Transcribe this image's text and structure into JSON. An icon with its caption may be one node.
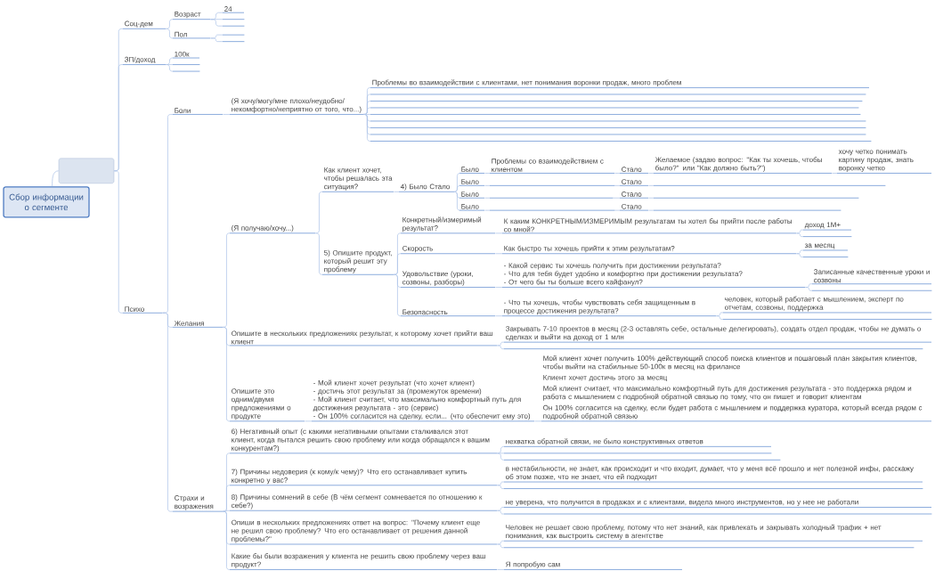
{
  "diagram": {
    "nodes": [
      {
        "text": [
          "Сбор информации о сегменте"
        ]
      },
      {
        "text": [],
        "shape": "box"
      },
      {
        "text": [
          "Соц-дем"
        ]
      },
      {
        "text": [
          "Возраст"
        ]
      },
      {
        "text": [
          "24"
        ]
      },
      {
        "text": [],
        "shape": "line"
      },
      {
        "text": [],
        "shape": "line"
      },
      {
        "text": [
          "Пол"
        ]
      },
      {
        "text": [],
        "shape": "line"
      },
      {
        "text": [],
        "shape": "line"
      },
      {
        "text": [
          "ЗП/доход"
        ]
      },
      {
        "text": [
          "100к"
        ]
      },
      {
        "text": [],
        "shape": "line"
      },
      {
        "text": [],
        "shape": "line"
      },
      {
        "text": [
          "Психо"
        ]
      },
      {
        "text": [
          "Боли"
        ]
      },
      {
        "text": [
          "(Я хочу/могу/мне плохо/неудобно/ некомфортно/неприятно от того, что...)"
        ]
      },
      {
        "text": [
          "Проблемы во взаимодействии с клиентами, нет понимания воронки продаж, много проблем"
        ]
      },
      {
        "text": [],
        "shape": "line"
      },
      {
        "text": [],
        "shape": "line"
      },
      {
        "text": [],
        "shape": "line"
      },
      {
        "text": [],
        "shape": "line"
      },
      {
        "text": [],
        "shape": "line"
      },
      {
        "text": [],
        "shape": "line"
      },
      {
        "text": [],
        "shape": "line"
      },
      {
        "text": [],
        "shape": "line"
      },
      {
        "text": [
          "Желания"
        ]
      },
      {
        "text": [
          "(Я получаю/хочу...)"
        ]
      },
      {
        "text": [
          "Как клиент хочет, чтобы решалась эта ситуация?"
        ]
      },
      {
        "text": [
          "4) Было Стало"
        ]
      },
      {
        "text": [
          "Было"
        ]
      },
      {
        "text": [
          "Проблемы со взаимодействием с клиентом"
        ]
      },
      {
        "text": [
          "Стало"
        ]
      },
      {
        "text": [
          "Желаемое (задаю вопрос: \"Как ты хочешь, чтобы было?\" или \"Как должно быть?\")"
        ]
      },
      {
        "text": [
          "хочу четко понимать картину продаж, знать воронку четко"
        ]
      },
      {
        "text": [
          "Было"
        ]
      },
      {
        "text": [],
        "shape": "line"
      },
      {
        "text": [
          "Стало"
        ]
      },
      {
        "text": [],
        "shape": "line"
      },
      {
        "text": [
          "Было"
        ]
      },
      {
        "text": [],
        "shape": "line"
      },
      {
        "text": [
          "Стало"
        ]
      },
      {
        "text": [],
        "shape": "line"
      },
      {
        "text": [
          "Было"
        ]
      },
      {
        "text": [],
        "shape": "line"
      },
      {
        "text": [
          "Стало"
        ]
      },
      {
        "text": [],
        "shape": "line"
      },
      {
        "text": [
          "5) Опишите продукт, который решит эту проблему"
        ]
      },
      {
        "text": [
          "Конкретный/измеримый результат?"
        ]
      },
      {
        "text": [
          "К каким КОНКРЕТНЫМ/ИЗМЕРИМЫМ результатам ты хотел бы прийти после работы со мной?"
        ]
      },
      {
        "text": [
          "доход 1М+"
        ]
      },
      {
        "text": [],
        "shape": "line"
      },
      {
        "text": [
          "Скорость"
        ]
      },
      {
        "text": [
          "Как быстро ты хочешь прийти к этим результатам?"
        ]
      },
      {
        "text": [
          "за месяц"
        ]
      },
      {
        "text": [],
        "shape": "line"
      },
      {
        "text": [
          "Удовольствие (уроки, созвоны, разборы)"
        ]
      },
      {
        "text": [
          "- Какой сервис ты хочешь получить при достижении результата?",
          "- Что для тебя будет удобно и комфортно при достижении результата?",
          "- От чего бы ты больше всего кайфанул?"
        ]
      },
      {
        "text": [
          "Записанные качественные уроки и созвоны"
        ]
      },
      {
        "text": [],
        "shape": "line"
      },
      {
        "text": [
          "Безопасность"
        ]
      },
      {
        "text": [
          "- Что ты хочешь, чтобы чувствовать себя защищенным в процессе достижения результата?"
        ]
      },
      {
        "text": [
          "человек, который работает с мышлением, эксперт по отчетам, созвоны, поддержка"
        ]
      },
      {
        "text": [],
        "shape": "line"
      },
      {
        "text": [
          "Опишите в нескольких предложениях результат, к которому хочет прийти ваш клиент"
        ]
      },
      {
        "text": [
          "Закрывать 7-10 проектов в месяц (2-3 оставлять себе, остальные делегировать), создать отдел продаж, чтобы не думать о сделках и выйти на доход от 1 млн"
        ]
      },
      {
        "text": [],
        "shape": "line"
      },
      {
        "text": [
          "Опишите это одним/двумя предложениями о продукте"
        ]
      },
      {
        "text": [
          "- Мой клиент хочет результат (что хочет клиент)",
          "- достичь этот результат за (промежуток времени)",
          "- Мой клиент считает, что максимально комфортный путь для достижения результата - это (сервис)",
          "- Он 100% согласится на сделку, если... (что обеспечит ему это)"
        ]
      },
      {
        "text": [
          "Мой клиент хочет получить 100% действующий способ поиска клиентов и пошаговый план закрытия клиентов, чтобы выйти на стабильные 50-100к в месяц на фрилансе",
          "Клиент хочет достичь этого за месяц",
          "Мой клиент считает, что максимально комфортный путь для достижения результата - это поддержка рядом и работа с мышлением с подробной обратной связью по тому, что он пишет и говорит клиентам",
          "Он 100% согласится на сделку, если будет работа с мышлением и поддержка куратора, который всегда рядом с подробной обратной связью"
        ]
      },
      {
        "text": [
          "Страхи и возражения"
        ]
      },
      {
        "text": [
          "6) Негативный опыт (с какими негативными опытами сталкивался этот клиент, когда пытался решить свою проблему или когда обращался к вашим конкурентам?)"
        ]
      },
      {
        "text": [
          "нехватка обратной связи, не было конструктивных ответов"
        ]
      },
      {
        "text": [],
        "shape": "line"
      },
      {
        "text": [],
        "shape": "line"
      },
      {
        "text": [
          "7) Причины недоверия (к кому/к чему)? Что его останавливает купить конкретно у вас?"
        ]
      },
      {
        "text": [
          "в нестабильности, не знает, как происходит и что входит, думает, что у меня всё прошло и нет полезной инфы, расскажу об этом позже, что не знает, что ей подходит"
        ]
      },
      {
        "text": [],
        "shape": "line"
      },
      {
        "text": [
          "8) Причины сомнений в себе (В чём сегмент сомневается по отношению к себе?)"
        ]
      },
      {
        "text": [
          "не уверена, что получится в продажах и с клиентами, видела много инструментов, но у нее не работали"
        ]
      },
      {
        "text": [],
        "shape": "line"
      },
      {
        "text": [
          "Опиши в нескольких предложениях ответ на вопрос: \"Почему клиент еще не решил свою проблему? Что его останавливает от решения данной проблемы?\""
        ]
      },
      {
        "text": [
          "Человек не решает свою проблему, потому что нет знаний, как привлекать и закрывать холодный трафик + нет понимания, как выстроить систему в агентстве"
        ]
      },
      {
        "text": [],
        "shape": "line"
      },
      {
        "text": [
          "Какие бы были возражения у клиента не решить свою проблему через ваш продукт?"
        ]
      },
      {
        "text": [
          "Я попробую сам"
        ]
      }
    ],
    "edges": [
      {
        "from": 0,
        "to": 1,
        "arrow": "none"
      },
      {
        "from": 1,
        "to": 2,
        "arrow": "none"
      },
      {
        "from": 1,
        "to": 10,
        "arrow": "none"
      },
      {
        "from": 1,
        "to": 14,
        "arrow": "none"
      },
      {
        "from": 2,
        "to": 3,
        "arrow": "none"
      },
      {
        "from": 2,
        "to": 7,
        "arrow": "none"
      },
      {
        "from": 3,
        "to": 4,
        "arrow": "none"
      },
      {
        "from": 3,
        "to": 5,
        "arrow": "none"
      },
      {
        "from": 3,
        "to": 6,
        "arrow": "none"
      },
      {
        "from": 7,
        "to": 8,
        "arrow": "none"
      },
      {
        "from": 7,
        "to": 9,
        "arrow": "none"
      },
      {
        "from": 10,
        "to": 11,
        "arrow": "none"
      },
      {
        "from": 10,
        "to": 12,
        "arrow": "none"
      },
      {
        "from": 10,
        "to": 13,
        "arrow": "none"
      },
      {
        "from": 14,
        "to": 15,
        "arrow": "none"
      },
      {
        "from": 14,
        "to": 26,
        "arrow": "none"
      },
      {
        "from": 14,
        "to": 70,
        "arrow": "none"
      },
      {
        "from": 15,
        "to": 16,
        "arrow": "none"
      },
      {
        "from": 16,
        "to": 17,
        "arrow": "none"
      },
      {
        "from": 16,
        "to": 18,
        "arrow": "none"
      },
      {
        "from": 16,
        "to": 19,
        "arrow": "none"
      },
      {
        "from": 16,
        "to": 20,
        "arrow": "none"
      },
      {
        "from": 16,
        "to": 21,
        "arrow": "none"
      },
      {
        "from": 16,
        "to": 22,
        "arrow": "none"
      },
      {
        "from": 16,
        "to": 23,
        "arrow": "none"
      },
      {
        "from": 16,
        "to": 24,
        "arrow": "none"
      },
      {
        "from": 16,
        "to": 25,
        "arrow": "none"
      },
      {
        "from": 26,
        "to": 27,
        "arrow": "none"
      },
      {
        "from": 26,
        "to": 64,
        "arrow": "none"
      },
      {
        "from": 26,
        "to": 67,
        "arrow": "none"
      },
      {
        "from": 27,
        "to": 28,
        "arrow": "none"
      },
      {
        "from": 27,
        "to": 47,
        "arrow": "none"
      },
      {
        "from": 28,
        "to": 29,
        "arrow": "none"
      },
      {
        "from": 29,
        "to": 30,
        "arrow": "none"
      },
      {
        "from": 29,
        "to": 35,
        "arrow": "none"
      },
      {
        "from": 29,
        "to": 39,
        "arrow": "none"
      },
      {
        "from": 29,
        "to": 43,
        "arrow": "none"
      },
      {
        "from": 30,
        "to": 31,
        "arrow": "none"
      },
      {
        "from": 31,
        "to": 32,
        "arrow": "none"
      },
      {
        "from": 32,
        "to": 33,
        "arrow": "none"
      },
      {
        "from": 33,
        "to": 34,
        "arrow": "none"
      },
      {
        "from": 35,
        "to": 36,
        "arrow": "none"
      },
      {
        "from": 36,
        "to": 37,
        "arrow": "none"
      },
      {
        "from": 37,
        "to": 38,
        "arrow": "none"
      },
      {
        "from": 39,
        "to": 40,
        "arrow": "none"
      },
      {
        "from": 40,
        "to": 41,
        "arrow": "none"
      },
      {
        "from": 41,
        "to": 42,
        "arrow": "none"
      },
      {
        "from": 43,
        "to": 44,
        "arrow": "none"
      },
      {
        "from": 44,
        "to": 45,
        "arrow": "none"
      },
      {
        "from": 45,
        "to": 46,
        "arrow": "none"
      },
      {
        "from": 47,
        "to": 48,
        "arrow": "none"
      },
      {
        "from": 47,
        "to": 52,
        "arrow": "none"
      },
      {
        "from": 47,
        "to": 56,
        "arrow": "none"
      },
      {
        "from": 47,
        "to": 60,
        "arrow": "none"
      },
      {
        "from": 48,
        "to": 49,
        "arrow": "none"
      },
      {
        "from": 49,
        "to": 50,
        "arrow": "none"
      },
      {
        "from": 49,
        "to": 51,
        "arrow": "none"
      },
      {
        "from": 52,
        "to": 53,
        "arrow": "none"
      },
      {
        "from": 53,
        "to": 54,
        "arrow": "none"
      },
      {
        "from": 53,
        "to": 55,
        "arrow": "none"
      },
      {
        "from": 56,
        "to": 57,
        "arrow": "none"
      },
      {
        "from": 57,
        "to": 58,
        "arrow": "none"
      },
      {
        "from": 57,
        "to": 59,
        "arrow": "none"
      },
      {
        "from": 60,
        "to": 61,
        "arrow": "none"
      },
      {
        "from": 61,
        "to": 62,
        "arrow": "none"
      },
      {
        "from": 61,
        "to": 63,
        "arrow": "none"
      },
      {
        "from": 64,
        "to": 65,
        "arrow": "none"
      },
      {
        "from": 64,
        "to": 66,
        "arrow": "none"
      },
      {
        "from": 67,
        "to": 68,
        "arrow": "none"
      },
      {
        "from": 68,
        "to": 69,
        "arrow": "none"
      },
      {
        "from": 70,
        "to": 71,
        "arrow": "none"
      },
      {
        "from": 70,
        "to": 75,
        "arrow": "none"
      },
      {
        "from": 70,
        "to": 78,
        "arrow": "none"
      },
      {
        "from": 70,
        "to": 81,
        "arrow": "none"
      },
      {
        "from": 70,
        "to": 84,
        "arrow": "none"
      },
      {
        "from": 71,
        "to": 72,
        "arrow": "none"
      },
      {
        "from": 71,
        "to": 73,
        "arrow": "none"
      },
      {
        "from": 71,
        "to": 74,
        "arrow": "none"
      },
      {
        "from": 75,
        "to": 76,
        "arrow": "none"
      },
      {
        "from": 75,
        "to": 77,
        "arrow": "none"
      },
      {
        "from": 78,
        "to": 79,
        "arrow": "none"
      },
      {
        "from": 78,
        "to": 80,
        "arrow": "none"
      },
      {
        "from": 81,
        "to": 82,
        "arrow": "none"
      },
      {
        "from": 81,
        "to": 83,
        "arrow": "none"
      },
      {
        "from": 84,
        "to": 85,
        "arrow": "none"
      }
    ]
  }
}
